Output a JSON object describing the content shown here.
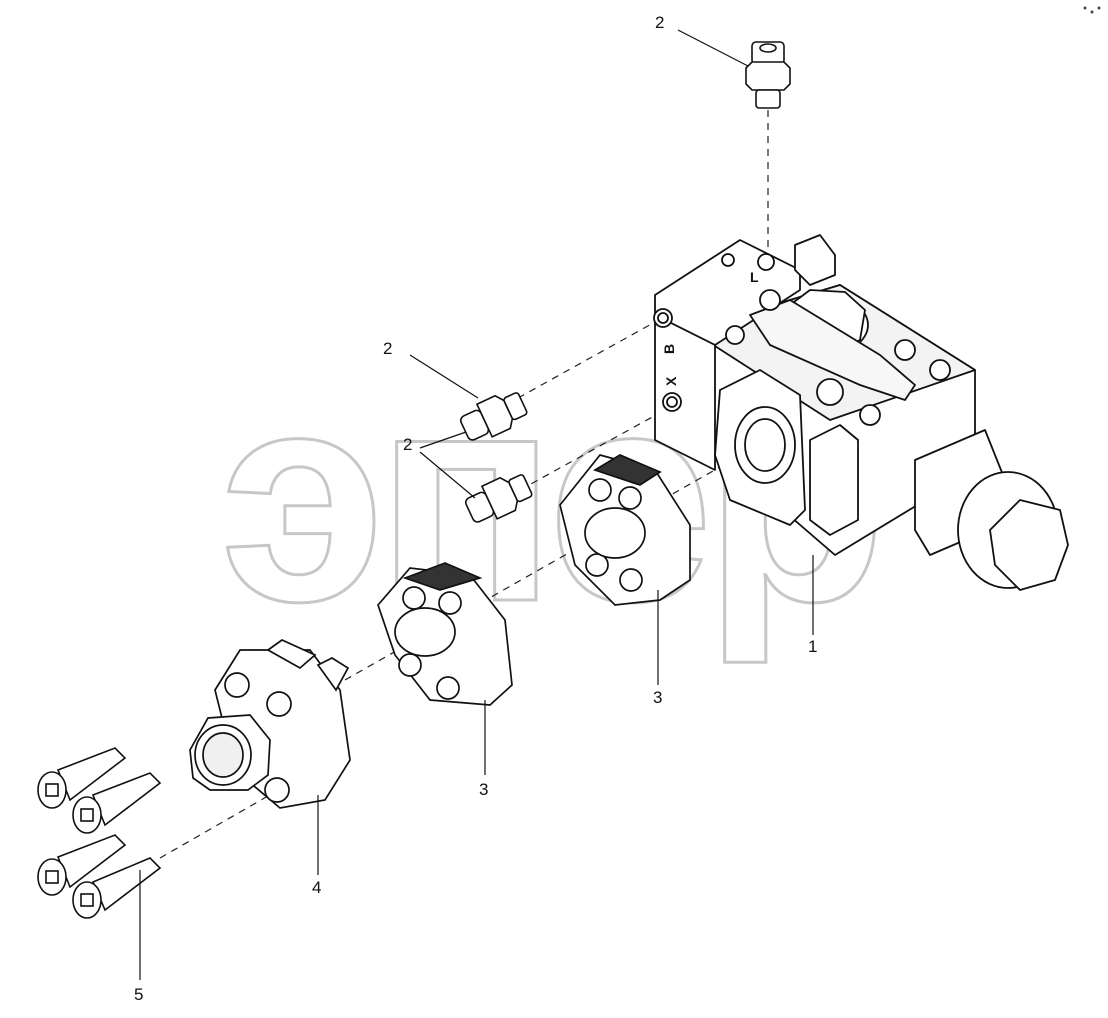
{
  "watermark": {
    "text": "эпер",
    "trademark": "TM"
  },
  "port_markings": {
    "L": "L",
    "B": "B",
    "X": "X"
  },
  "callouts": [
    {
      "id": "c1",
      "label": "1"
    },
    {
      "id": "c2a",
      "label": "2"
    },
    {
      "id": "c2b",
      "label": "2"
    },
    {
      "id": "c2c",
      "label": "2"
    },
    {
      "id": "c3a",
      "label": "3"
    },
    {
      "id": "c3b",
      "label": "3"
    },
    {
      "id": "c4",
      "label": "4"
    },
    {
      "id": "c5",
      "label": "5"
    }
  ],
  "parts": [
    {
      "number": "1",
      "name": "valve-body"
    },
    {
      "number": "2",
      "name": "fitting"
    },
    {
      "number": "3",
      "name": "split-flange-half"
    },
    {
      "number": "4",
      "name": "flange-adapter"
    },
    {
      "number": "5",
      "name": "socket-head-screw"
    }
  ]
}
